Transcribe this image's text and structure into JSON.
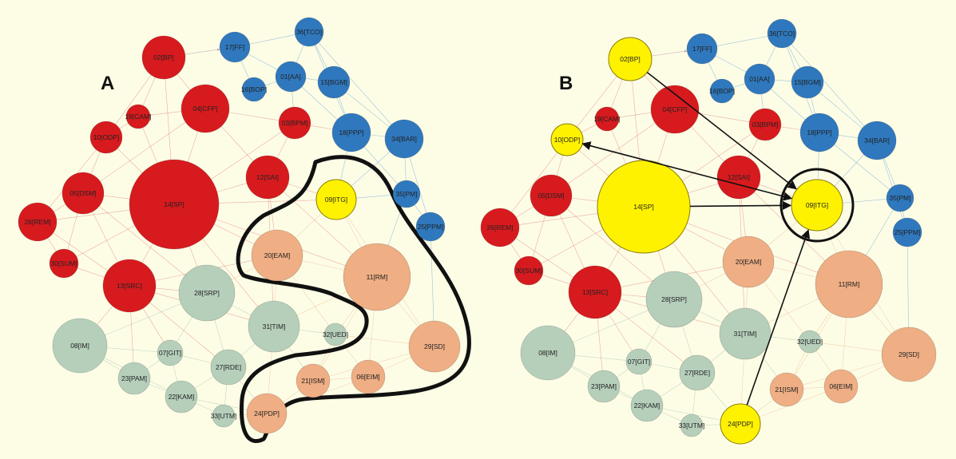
{
  "colors": {
    "background": "#fdfde6",
    "red": "#d71a1e",
    "blue": "#2f78bd",
    "peach": "#efae84",
    "sage": "#b6cfbb",
    "yellow": "#fff200",
    "outline": "#111111",
    "edge_red": "#e06a6a",
    "edge_blue": "#4f93d0",
    "edge_peach": "#efae84",
    "edge_sage": "#9cb9a4",
    "edge_purple": "#9a6a8a"
  },
  "panels": [
    {
      "id": "A",
      "letter": "A",
      "nodes": [
        {
          "id": "02",
          "label": "02[BP]",
          "color": "red"
        },
        {
          "id": "17",
          "label": "17[FF]",
          "color": "blue"
        },
        {
          "id": "36",
          "label": "36[TCO]",
          "color": "blue"
        },
        {
          "id": "01",
          "label": "01[AA]",
          "color": "blue"
        },
        {
          "id": "16",
          "label": "16[BOP]",
          "color": "blue"
        },
        {
          "id": "15",
          "label": "15[BGM]",
          "color": "blue"
        },
        {
          "id": "04",
          "label": "04[CFP]",
          "color": "red"
        },
        {
          "id": "19",
          "label": "19[CAM]",
          "color": "red"
        },
        {
          "id": "10",
          "label": "10[ODP]",
          "color": "red"
        },
        {
          "id": "03",
          "label": "03[BPM]",
          "color": "red"
        },
        {
          "id": "18",
          "label": "18[PPP]",
          "color": "blue"
        },
        {
          "id": "34",
          "label": "34[BAR]",
          "color": "blue"
        },
        {
          "id": "14",
          "label": "14[SP]",
          "color": "red"
        },
        {
          "id": "12",
          "label": "12[SAI]",
          "color": "red"
        },
        {
          "id": "05",
          "label": "05[DSM]",
          "color": "red"
        },
        {
          "id": "26",
          "label": "26[REM]",
          "color": "red"
        },
        {
          "id": "09",
          "label": "09[ITG]",
          "color": "yellow"
        },
        {
          "id": "35",
          "label": "35[PM]",
          "color": "blue"
        },
        {
          "id": "25",
          "label": "25[PPM]",
          "color": "blue"
        },
        {
          "id": "20",
          "label": "20[EAM]",
          "color": "peach"
        },
        {
          "id": "11",
          "label": "11[RM]",
          "color": "peach"
        },
        {
          "id": "30",
          "label": "30[SUM]",
          "color": "red"
        },
        {
          "id": "13",
          "label": "13[SRC]",
          "color": "red"
        },
        {
          "id": "28",
          "label": "28[SRP]",
          "color": "sage"
        },
        {
          "id": "31",
          "label": "31[TIM]",
          "color": "sage"
        },
        {
          "id": "32",
          "label": "32[UED]",
          "color": "sage"
        },
        {
          "id": "29",
          "label": "29[SD]",
          "color": "peach"
        },
        {
          "id": "08",
          "label": "08[IM]",
          "color": "sage"
        },
        {
          "id": "07",
          "label": "07[GIT]",
          "color": "sage"
        },
        {
          "id": "27",
          "label": "27[RDE]",
          "color": "sage"
        },
        {
          "id": "23",
          "label": "23[PAM]",
          "color": "sage"
        },
        {
          "id": "21",
          "label": "21[ISM]",
          "color": "peach"
        },
        {
          "id": "06",
          "label": "06[EIM]",
          "color": "peach"
        },
        {
          "id": "22",
          "label": "22[KAM]",
          "color": "sage"
        },
        {
          "id": "24",
          "label": "24[PDP]",
          "color": "peach"
        },
        {
          "id": "33",
          "label": "33[UTM]",
          "color": "sage"
        }
      ]
    },
    {
      "id": "B",
      "letter": "B",
      "nodes": [
        {
          "id": "02",
          "label": "02[BP]",
          "color": "yellow"
        },
        {
          "id": "17",
          "label": "17[FF]",
          "color": "blue"
        },
        {
          "id": "36",
          "label": "36[TCO]",
          "color": "blue"
        },
        {
          "id": "01",
          "label": "01[AA]",
          "color": "blue"
        },
        {
          "id": "16",
          "label": "16[BOP]",
          "color": "blue"
        },
        {
          "id": "15",
          "label": "15[BGM]",
          "color": "blue"
        },
        {
          "id": "04",
          "label": "04[CFP]",
          "color": "red"
        },
        {
          "id": "19",
          "label": "19[CAM]",
          "color": "red"
        },
        {
          "id": "10",
          "label": "10[ODP]",
          "color": "yellow"
        },
        {
          "id": "03",
          "label": "03[BPM]",
          "color": "red"
        },
        {
          "id": "18",
          "label": "18[PPP]",
          "color": "blue"
        },
        {
          "id": "34",
          "label": "34[BAR]",
          "color": "blue"
        },
        {
          "id": "14",
          "label": "14[SP]",
          "color": "yellow"
        },
        {
          "id": "12",
          "label": "12[SAI]",
          "color": "red"
        },
        {
          "id": "05",
          "label": "05[DSM]",
          "color": "red"
        },
        {
          "id": "26",
          "label": "26[REM]",
          "color": "red"
        },
        {
          "id": "09",
          "label": "09[ITG]",
          "color": "yellow"
        },
        {
          "id": "35",
          "label": "35[PM]",
          "color": "blue"
        },
        {
          "id": "25",
          "label": "25[PPM]",
          "color": "blue"
        },
        {
          "id": "20",
          "label": "20[EAM]",
          "color": "peach"
        },
        {
          "id": "11",
          "label": "11[RM]",
          "color": "peach"
        },
        {
          "id": "30",
          "label": "30[SUM]",
          "color": "red"
        },
        {
          "id": "13",
          "label": "13[SRC]",
          "color": "red"
        },
        {
          "id": "28",
          "label": "28[SRP]",
          "color": "sage"
        },
        {
          "id": "31",
          "label": "31[TIM]",
          "color": "sage"
        },
        {
          "id": "32",
          "label": "32[UED]",
          "color": "sage"
        },
        {
          "id": "29",
          "label": "29[SD]",
          "color": "peach"
        },
        {
          "id": "08",
          "label": "08[IM]",
          "color": "sage"
        },
        {
          "id": "07",
          "label": "07[GIT]",
          "color": "sage"
        },
        {
          "id": "27",
          "label": "27[RDE]",
          "color": "sage"
        },
        {
          "id": "23",
          "label": "23[PAM]",
          "color": "sage"
        },
        {
          "id": "21",
          "label": "21[ISM]",
          "color": "peach"
        },
        {
          "id": "06",
          "label": "06[EIM]",
          "color": "peach"
        },
        {
          "id": "22",
          "label": "22[KAM]",
          "color": "sage"
        },
        {
          "id": "24",
          "label": "24[PDP]",
          "color": "yellow"
        },
        {
          "id": "33",
          "label": "33[UTM]",
          "color": "sage"
        }
      ],
      "arrows_to_itg": [
        "02",
        "10",
        "14",
        "24"
      ]
    }
  ]
}
